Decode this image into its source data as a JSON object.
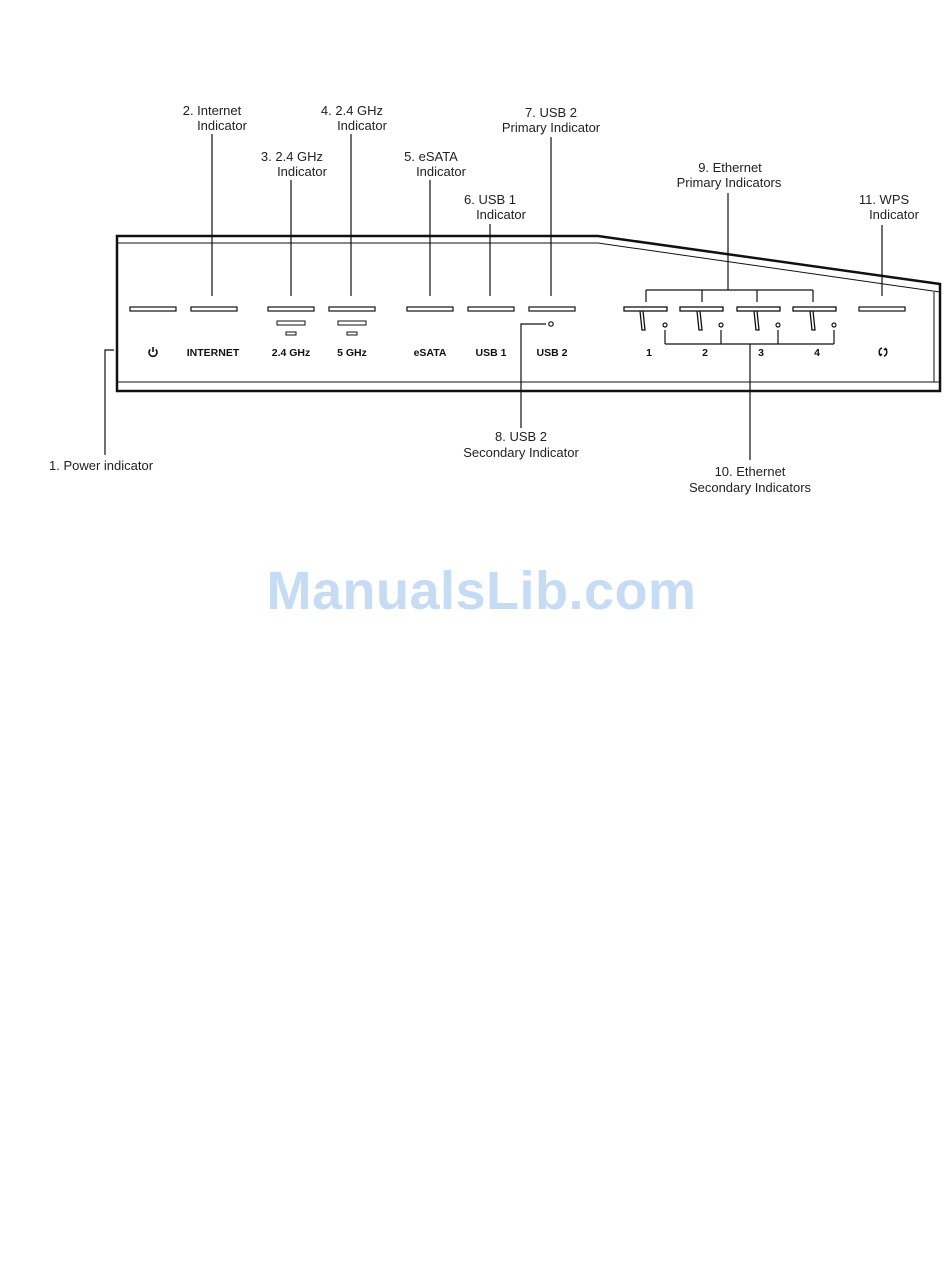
{
  "callouts": {
    "c1": "1. Power indicator",
    "c2a": "2. Internet",
    "c2b": "Indicator",
    "c3a": "3. 2.4 GHz",
    "c3b": "Indicator",
    "c4a": "4. 2.4 GHz",
    "c4b": "Indicator",
    "c5a": "5. eSATA",
    "c5b": "Indicator",
    "c6a": "6. USB 1",
    "c6b": "Indicator",
    "c7a": "7. USB 2",
    "c7b": "Primary Indicator",
    "c8a": "8. USB 2",
    "c8b": "Secondary Indicator",
    "c9a": "9. Ethernet",
    "c9b": "Primary Indicators",
    "c10a": "10. Ethernet",
    "c10b": "Secondary Indicators",
    "c11a": "11. WPS",
    "c11b": "Indicator"
  },
  "panel_labels": {
    "power_icon": "power-icon",
    "internet": "INTERNET",
    "ghz24": "2.4 GHz",
    "ghz5": "5 GHz",
    "esata": "eSATA",
    "usb1": "USB 1",
    "usb2": "USB 2",
    "eth1": "1",
    "eth2": "2",
    "eth3": "3",
    "eth4": "4",
    "wps_icon": "wps-icon"
  },
  "watermark": "ManualsLib.com"
}
